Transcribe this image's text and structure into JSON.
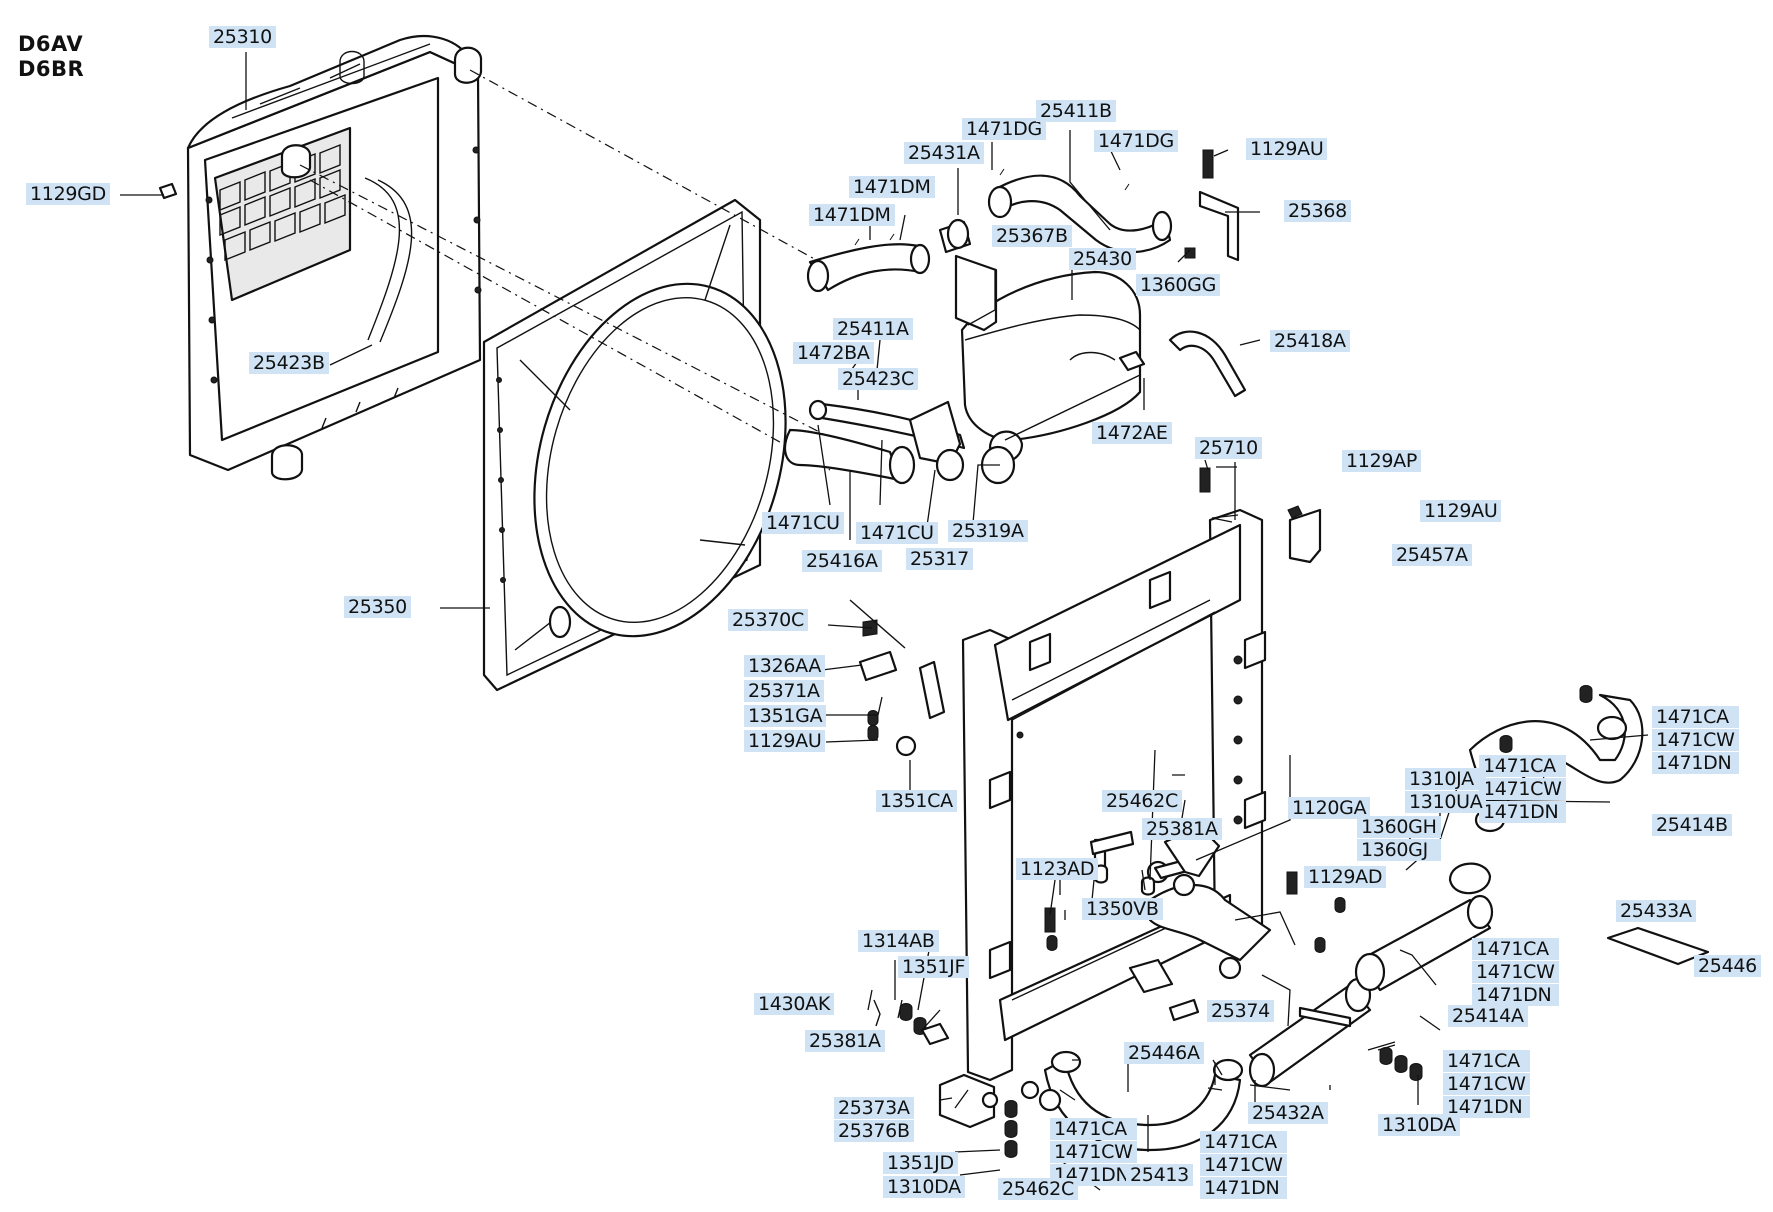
{
  "models": [
    "D6AV",
    "D6BR"
  ],
  "labels": [
    {
      "id": "25310",
      "lines": [
        "25310"
      ]
    },
    {
      "id": "1129GD",
      "lines": [
        "1129GD"
      ]
    },
    {
      "id": "25423B",
      "lines": [
        "25423B"
      ]
    },
    {
      "id": "25350",
      "lines": [
        "25350"
      ]
    },
    {
      "id": "1471DM-a",
      "lines": [
        "1471DM"
      ]
    },
    {
      "id": "1471DM-b",
      "lines": [
        "1471DM"
      ]
    },
    {
      "id": "25431A",
      "lines": [
        "25431A"
      ]
    },
    {
      "id": "1471DG-a",
      "lines": [
        "1471DG"
      ]
    },
    {
      "id": "25411B",
      "lines": [
        "25411B"
      ]
    },
    {
      "id": "1471DG-b",
      "lines": [
        "1471DG"
      ]
    },
    {
      "id": "1129AU-a",
      "lines": [
        "1129AU"
      ]
    },
    {
      "id": "25368",
      "lines": [
        "25368"
      ]
    },
    {
      "id": "25367B",
      "lines": [
        "25367B"
      ]
    },
    {
      "id": "25430",
      "lines": [
        "25430"
      ]
    },
    {
      "id": "1360GG",
      "lines": [
        "1360GG"
      ]
    },
    {
      "id": "25411A",
      "lines": [
        "25411A"
      ]
    },
    {
      "id": "25418A",
      "lines": [
        "25418A"
      ]
    },
    {
      "id": "1472BA",
      "lines": [
        "1472BA"
      ]
    },
    {
      "id": "25423C",
      "lines": [
        "25423C"
      ]
    },
    {
      "id": "1472AE",
      "lines": [
        "1472AE"
      ]
    },
    {
      "id": "25710",
      "lines": [
        "25710"
      ]
    },
    {
      "id": "1129AP",
      "lines": [
        "1129AP"
      ]
    },
    {
      "id": "1129AU-b",
      "lines": [
        "1129AU"
      ]
    },
    {
      "id": "25457A",
      "lines": [
        "25457A"
      ]
    },
    {
      "id": "1471CU-a",
      "lines": [
        "1471CU"
      ]
    },
    {
      "id": "1471CU-b",
      "lines": [
        "1471CU"
      ]
    },
    {
      "id": "25319A",
      "lines": [
        "25319A"
      ]
    },
    {
      "id": "25416A",
      "lines": [
        "25416A"
      ]
    },
    {
      "id": "25317",
      "lines": [
        "25317"
      ]
    },
    {
      "id": "25370C",
      "lines": [
        "25370C"
      ]
    },
    {
      "id": "1326AA",
      "lines": [
        "1326AA"
      ]
    },
    {
      "id": "25371A",
      "lines": [
        "25371A"
      ]
    },
    {
      "id": "1351GA",
      "lines": [
        "1351GA"
      ]
    },
    {
      "id": "1129AU-c",
      "lines": [
        "1129AU"
      ]
    },
    {
      "id": "1351CA",
      "lines": [
        "1351CA"
      ]
    },
    {
      "id": "1471CA-grp1",
      "lines": [
        "1471CA",
        "1471CW",
        "1471DN"
      ]
    },
    {
      "id": "1471CA-grp2",
      "lines": [
        "1471CA",
        "1471CW",
        "1471DN"
      ]
    },
    {
      "id": "25414B",
      "lines": [
        "25414B"
      ]
    },
    {
      "id": "1310JA",
      "lines": [
        "1310JA",
        "1310UA"
      ]
    },
    {
      "id": "25462C-a",
      "lines": [
        "25462C"
      ]
    },
    {
      "id": "25381A-a",
      "lines": [
        "25381A"
      ]
    },
    {
      "id": "1120GA",
      "lines": [
        "1120GA"
      ]
    },
    {
      "id": "1360GH",
      "lines": [
        "1360GH",
        "1360GJ"
      ]
    },
    {
      "id": "1123AD",
      "lines": [
        "1123AD"
      ]
    },
    {
      "id": "1129AD",
      "lines": [
        "1129AD"
      ]
    },
    {
      "id": "25433A",
      "lines": [
        "25433A"
      ]
    },
    {
      "id": "1350VB",
      "lines": [
        "1350VB"
      ]
    },
    {
      "id": "1314AB",
      "lines": [
        "1314AB"
      ]
    },
    {
      "id": "1351JF",
      "lines": [
        "1351JF"
      ]
    },
    {
      "id": "1471CA-grp3",
      "lines": [
        "1471CA",
        "1471CW",
        "1471DN"
      ]
    },
    {
      "id": "25446",
      "lines": [
        "25446"
      ]
    },
    {
      "id": "1430AK",
      "lines": [
        "1430AK"
      ]
    },
    {
      "id": "25374",
      "lines": [
        "25374"
      ]
    },
    {
      "id": "25414A",
      "lines": [
        "25414A"
      ]
    },
    {
      "id": "25381A-b",
      "lines": [
        "25381A"
      ]
    },
    {
      "id": "25446A",
      "lines": [
        "25446A"
      ]
    },
    {
      "id": "1471CA-grp4",
      "lines": [
        "1471CA",
        "1471CW",
        "1471DN"
      ]
    },
    {
      "id": "25432A",
      "lines": [
        "25432A"
      ]
    },
    {
      "id": "25373A",
      "lines": [
        "25373A",
        "25376B"
      ]
    },
    {
      "id": "1310DA-a",
      "lines": [
        "1310DA"
      ]
    },
    {
      "id": "1471CA-grp5",
      "lines": [
        "1471CA",
        "1471CW",
        "1471DN"
      ]
    },
    {
      "id": "1471CA-grp6",
      "lines": [
        "1471CA",
        "1471CW",
        "1471DN"
      ]
    },
    {
      "id": "1351JD",
      "lines": [
        "1351JD"
      ]
    },
    {
      "id": "1310DA-b",
      "lines": [
        "1310DA"
      ]
    },
    {
      "id": "25413",
      "lines": [
        "25413"
      ]
    },
    {
      "id": "25462C-b",
      "lines": [
        "25462C"
      ]
    }
  ]
}
